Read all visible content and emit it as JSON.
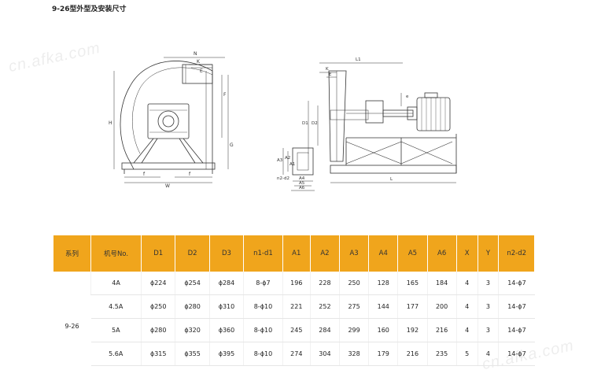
{
  "title": "9-26型外型及安装尺寸",
  "diagram": {
    "left_labels": [
      "N",
      "K",
      "E",
      "F",
      "H",
      "G",
      "f",
      "W",
      "f"
    ],
    "right_labels": [
      "L1",
      "K",
      "E",
      "e",
      "D1",
      "D2",
      "A3",
      "A2",
      "A1",
      "n2-d2",
      "A4",
      "A5",
      "A6",
      "L"
    ]
  },
  "table": {
    "headers": [
      "系列",
      "机号No.",
      "D1",
      "D2",
      "D3",
      "n1-d1",
      "A1",
      "A2",
      "A3",
      "A4",
      "A5",
      "A6",
      "X",
      "Y",
      "n2-d2"
    ],
    "series": "9-26",
    "rows": [
      [
        "4A",
        "ϕ224",
        "ϕ254",
        "ϕ284",
        "8-ϕ7",
        "196",
        "228",
        "250",
        "128",
        "165",
        "184",
        "4",
        "3",
        "14-ϕ7"
      ],
      [
        "4.5A",
        "ϕ250",
        "ϕ280",
        "ϕ310",
        "8-ϕ10",
        "221",
        "252",
        "275",
        "144",
        "177",
        "200",
        "4",
        "3",
        "14-ϕ7"
      ],
      [
        "5A",
        "ϕ280",
        "ϕ320",
        "ϕ360",
        "8-ϕ10",
        "245",
        "284",
        "299",
        "160",
        "192",
        "216",
        "4",
        "3",
        "14-ϕ7"
      ],
      [
        "5.6A",
        "ϕ315",
        "ϕ355",
        "ϕ395",
        "8-ϕ10",
        "274",
        "304",
        "328",
        "179",
        "216",
        "235",
        "5",
        "4",
        "14-ϕ7"
      ]
    ]
  },
  "colors": {
    "header_bg": "#f0a51c"
  }
}
